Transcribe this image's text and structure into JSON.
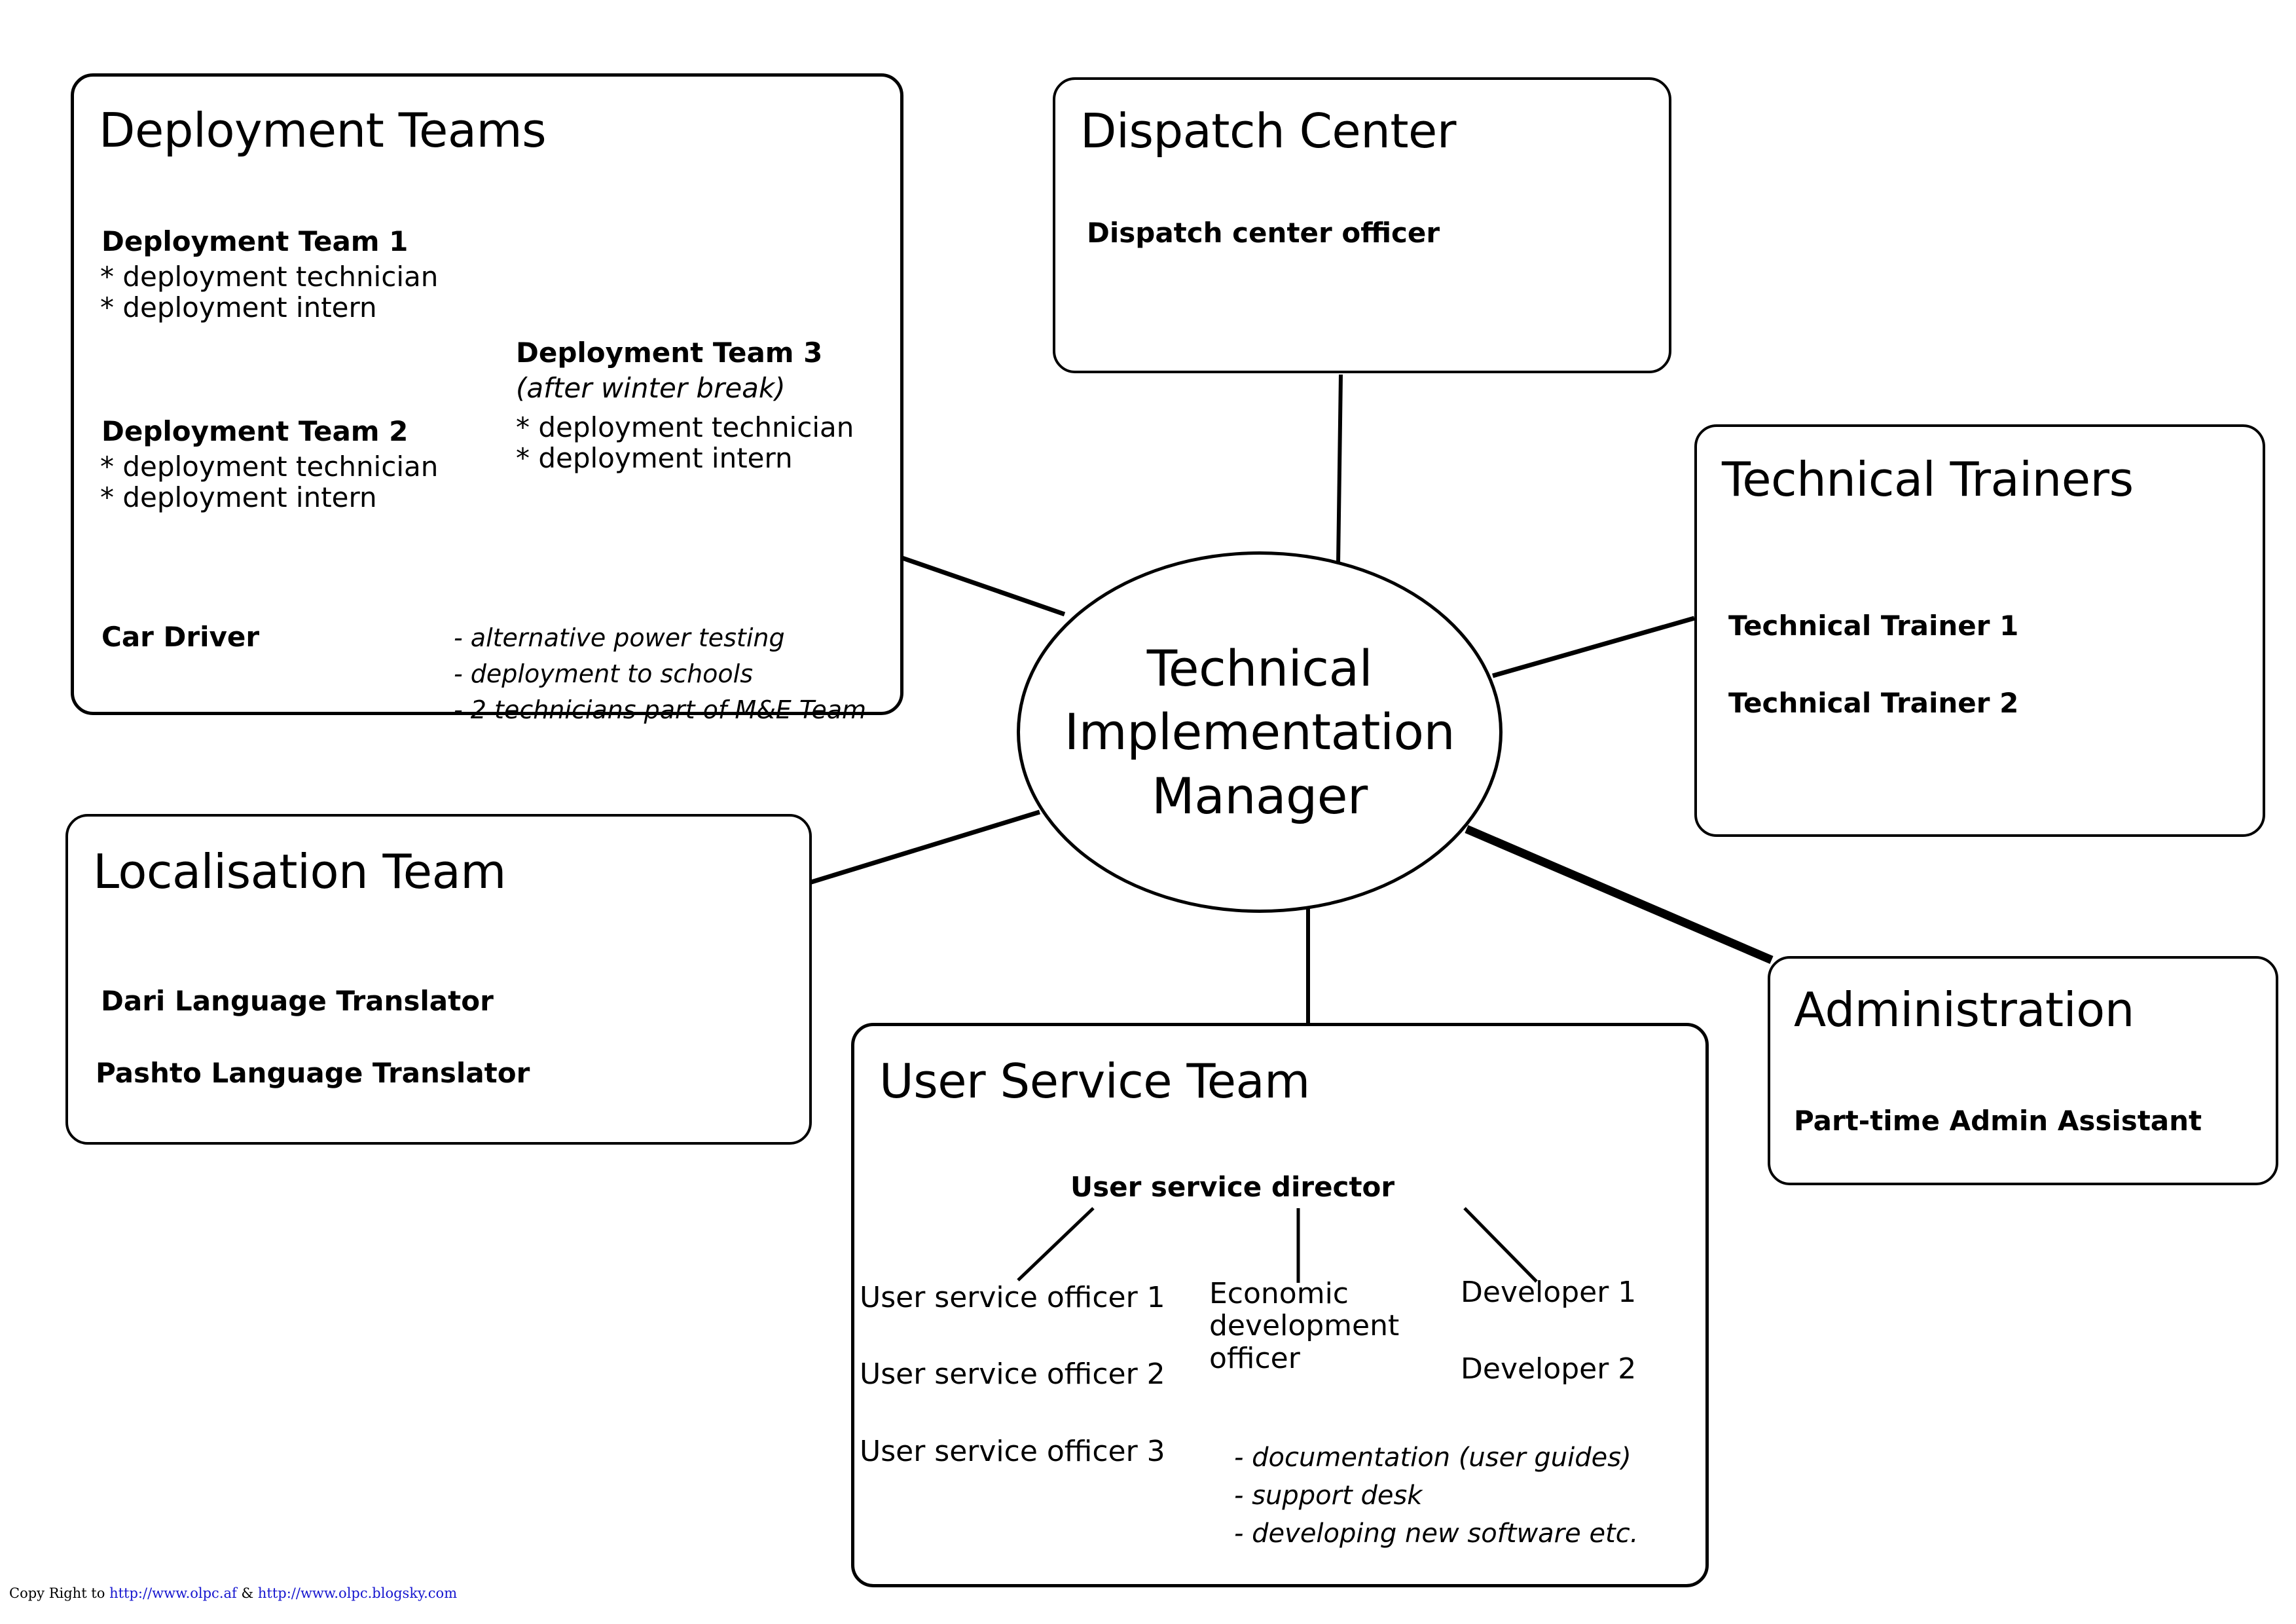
{
  "hub": {
    "label": "Technical\nImplementation\nManager",
    "lines": [
      "Technical",
      "Implementation",
      "Manager"
    ]
  },
  "nodes": {
    "deployment_teams": {
      "title": "Deployment Teams",
      "team1": {
        "head": "Deployment Team 1",
        "members": [
          "* deployment technician",
          "* deployment intern"
        ]
      },
      "team2": {
        "head": "Deployment Team 2",
        "members": [
          "* deployment technician",
          "* deployment intern"
        ]
      },
      "team3": {
        "head": "Deployment Team 3",
        "subtitle": "(after winter break)",
        "members": [
          "* deployment technician",
          "* deployment intern"
        ]
      },
      "car_driver": "Car Driver",
      "notes": [
        "- alternative power testing",
        "- deployment to schools",
        "- 2 technicians part of M&E Team"
      ]
    },
    "dispatch_center": {
      "title": "Dispatch Center",
      "roles": [
        "Dispatch center officer"
      ]
    },
    "technical_trainers": {
      "title": "Technical Trainers",
      "roles": [
        "Technical Trainer 1",
        "Technical Trainer 2"
      ]
    },
    "administration": {
      "title": "Administration",
      "roles": [
        "Part-time Admin Assistant"
      ]
    },
    "localisation_team": {
      "title": "Localisation Team",
      "roles": [
        "Dari Language Translator",
        "Pashto Language Translator"
      ]
    },
    "user_service_team": {
      "title": "User Service Team",
      "director": "User service director",
      "column_1": [
        "User service officer 1",
        "User service officer 2",
        "User service officer 3"
      ],
      "column_2": [
        "Economic",
        "development",
        "officer"
      ],
      "column_3": [
        "Developer 1",
        "Developer 2"
      ],
      "notes": [
        "- documentation (user guides)",
        "- support desk",
        "- developing new software etc."
      ]
    }
  },
  "copyright": {
    "prefix": "Copy Right to",
    "link1": "http://www.olpc.af",
    "separator": "&",
    "link2": "http://www.olpc.blogsky.com",
    "link_color": "#1515cf"
  },
  "style": {
    "stroke": "#000000",
    "background": "#ffffff"
  }
}
